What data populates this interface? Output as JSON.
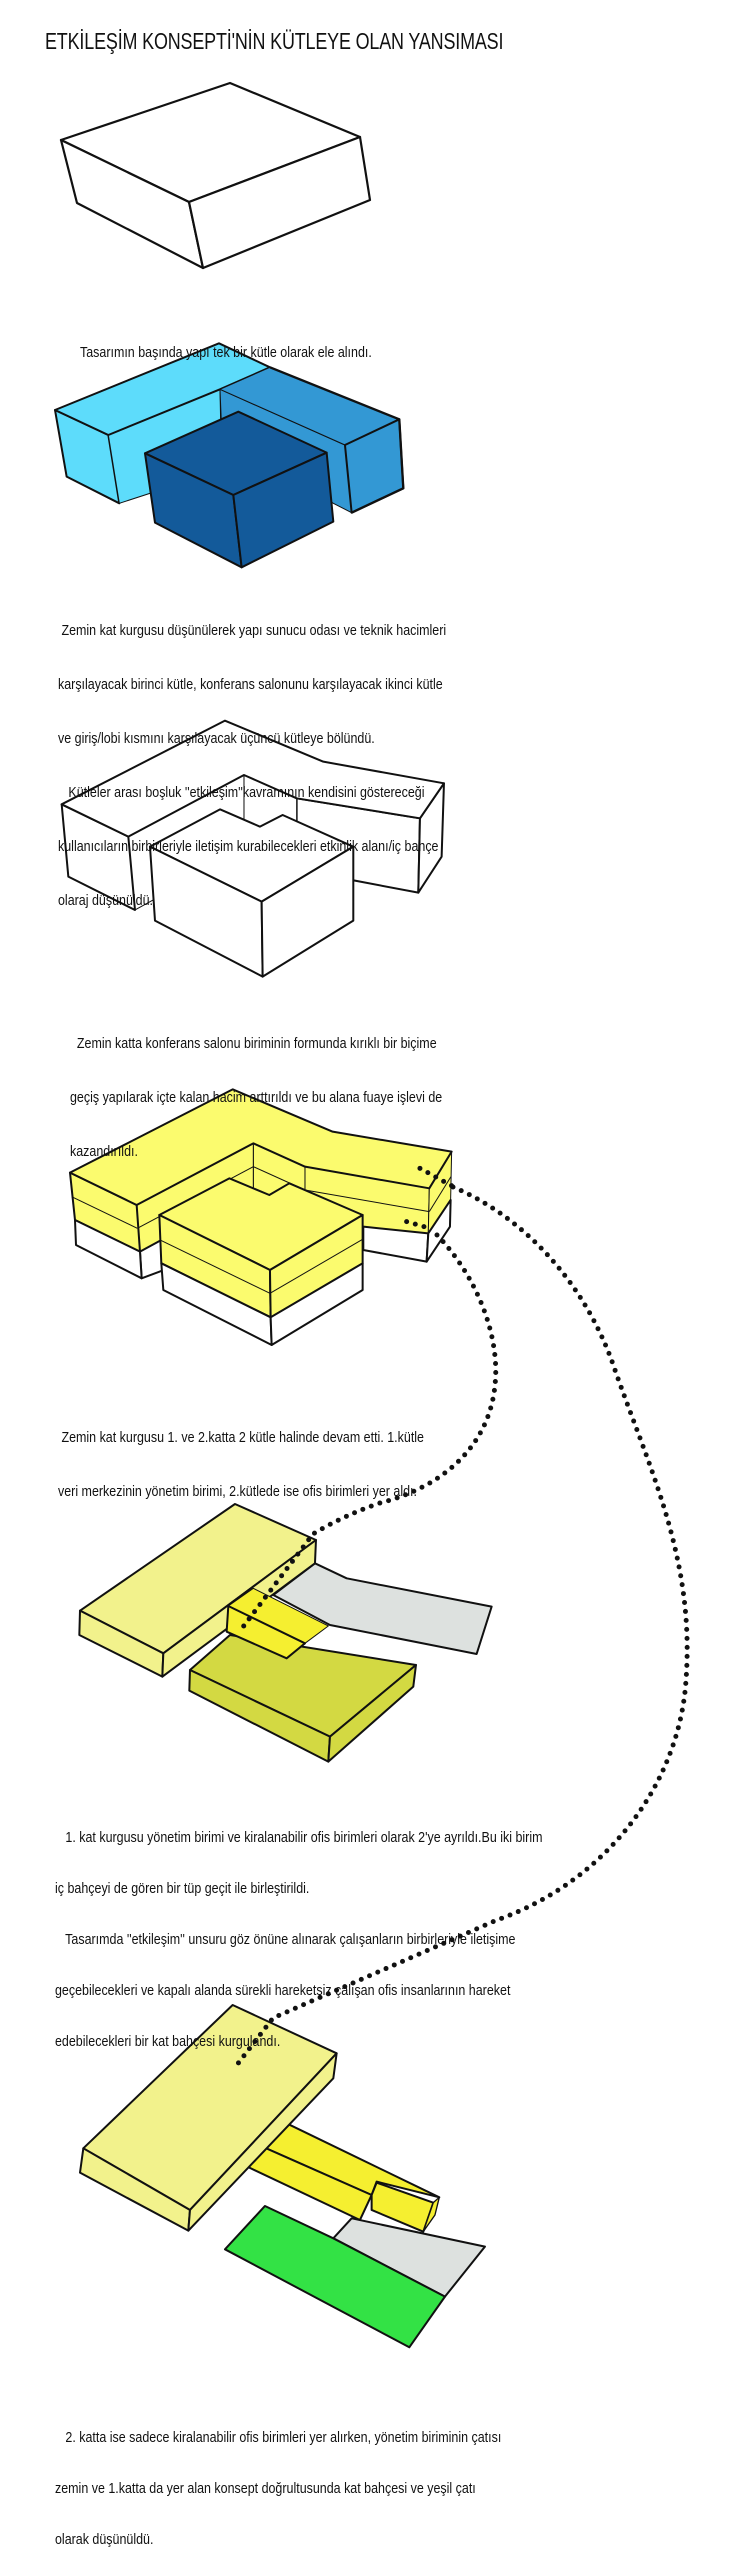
{
  "title": "ETKİLEŞİM KONSEPTİ'NİN KÜTLEYE OLAN YANSIMASI",
  "colors": {
    "cyan_mass": "#5ddcfb",
    "mid_blue_mass": "#3398d4",
    "dark_blue_mass": "#135a9a",
    "yellow_floor": "#fbfb6e",
    "light_yellow": "#f2f28c",
    "olive_yellow": "#d3d942",
    "bright_yellow": "#f5ef30",
    "gray_plane": "#dde1df",
    "green_roof": "#33e245"
  },
  "captions": {
    "step1": [
      "Tasarımın başında yapı tek bir kütle olarak ele alındı."
    ],
    "step2": [
      " Zemin kat kurgusu düşünülerek yapı sunucu odası ve teknik hacimleri",
      "karşılayacak birinci kütle, konferans salonunu karşılayacak ikinci kütle",
      "ve giriş/lobi kısmını karşılayacak üçüncü kütleye bölündü.",
      "   Kütleler arası boşluk ''etkileşim''kavramının kendisini göstereceği",
      "kullanıcıların birbirleriyle iletişim kurabilecekleri etkinlik alanı/iç bahçe",
      "olaraj düşünüldü."
    ],
    "step3": [
      "  Zemin katta konferans salonu biriminin formunda kırıklı bir biçime",
      "geçiş yapılarak içte kalan hacim arttırıldı ve bu alana fuaye işlevi de",
      "kazandırıldı."
    ],
    "step4": [
      " Zemin kat kurgusu 1. ve 2.katta 2 kütle halinde devam etti. 1.kütle",
      "veri merkezinin yönetim birimi, 2.kütlede ise ofis birimleri yer aldı."
    ],
    "step5": [
      "   1. kat kurgusu yönetim birimi ve kiralanabilir ofis birimleri olarak 2'ye ayrıldı.Bu iki birim",
      "iç bahçeyi de gören bir tüp geçit ile birleştirildi.",
      "   Tasarımda ''etkileşim'' unsuru göz önüne alınarak çalışanların birbirleriyle iletişime",
      "geçebilecekleri ve kapalı alanda sürekli hareketsiz çalışan ofis insanlarının hareket",
      "edebilecekleri bir kat bahçesi kurgulandı."
    ],
    "step6": [
      "   2. katta ise sadece kiralanabilir ofis birimleri yer alırken, yönetim biriminin çatısı",
      "zemin ve 1.katta da yer alan konsept doğrultusunda kat bahçesi ve yeşil çatı",
      "olarak düşünüldü."
    ]
  }
}
